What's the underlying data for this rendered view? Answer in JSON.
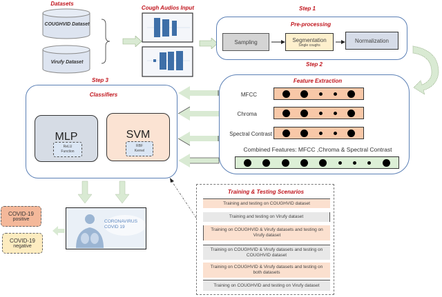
{
  "datasets": {
    "title": "Datasets",
    "items": [
      "COUGHVID Dataset",
      "Virufy Dataset"
    ]
  },
  "audio_input": {
    "title": "Cough Audios Input"
  },
  "step1": {
    "step_label": "Step 1",
    "title": "Pre-processing",
    "stages": [
      {
        "label": "Sampling",
        "sub": ""
      },
      {
        "label": "Segmentation",
        "sub": "Single coughs"
      },
      {
        "label": "Normalization",
        "sub": ""
      }
    ]
  },
  "step2": {
    "step_label": "Step 2",
    "title": "Feature Extraction",
    "features": [
      "MFCC",
      "Chroma",
      "Spectral Contrast"
    ],
    "combined_label": "Combined Features: MFCC ,Chroma & Spectral Contrast"
  },
  "step3": {
    "step_label": "Step 3",
    "title": "Classifiers",
    "classifiers": [
      {
        "name": "MLP",
        "sub": "ReLU Function"
      },
      {
        "name": "SVM",
        "sub": "RBF Kernel"
      }
    ]
  },
  "covid_image": {
    "line1": "CORONAVIRUS",
    "line2": "COVID 19"
  },
  "outcomes": [
    {
      "line1": "COVID-19",
      "line2": "positive",
      "color": "#f4b89a"
    },
    {
      "line1": "COVID-19",
      "line2": "negative",
      "color": "#fdecc0"
    }
  ],
  "scenarios": {
    "title": "Training & Testing Scenarios",
    "items": [
      "Training and testing on COUGHVID dataset",
      "Training and testing on Virufy dataset",
      "Training on COUGHVID & Virufy datasets and testing on Virufy dataset",
      "Training on COUGHVID & Virufy datasets and testing on COUGHVID dataset",
      "Training on COUGHVID & Virufy datasets and testing on both datasets",
      "Training on COUGHVID and testing on Virufy dataset"
    ]
  },
  "colors": {
    "title_red": "#c0141c",
    "box_border": "#5a7fb5",
    "arrow_green": "#d9ead3",
    "feature_peach": "#f8c8a8",
    "combined_green": "#dcefd6"
  }
}
